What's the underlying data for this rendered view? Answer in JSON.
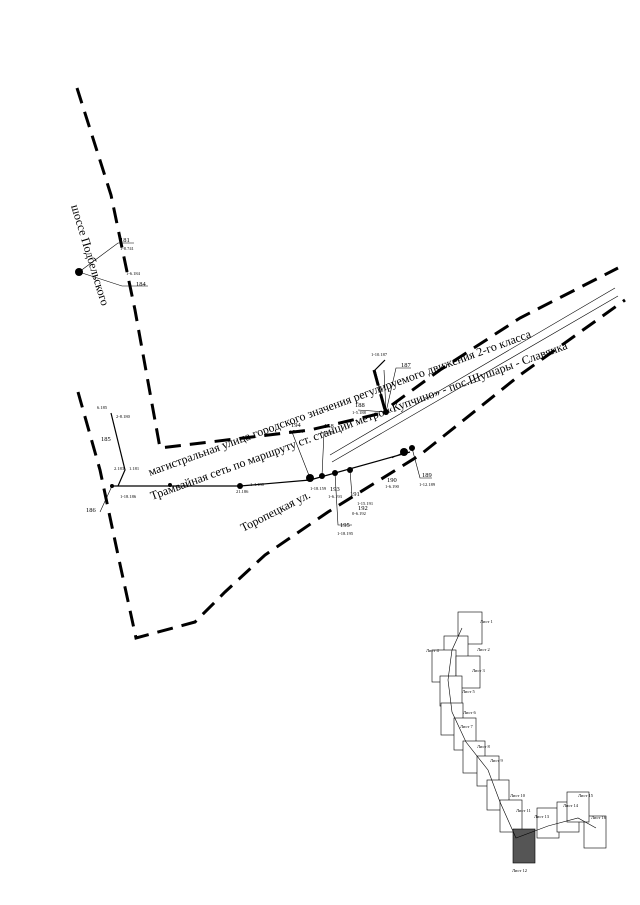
{
  "streets": {
    "highway": "шоссе Подбельского",
    "main_street": "магистральная улица городского значения регулируемого движения 2-го класса",
    "tram_network": "Трамвайная сеть по маршруту ст. станции метро «Купчино» - пос.Шушары - Славянка",
    "toropetskaya": "Торопецкая ул."
  },
  "points": [
    {
      "id": "181",
      "label": "181",
      "sub": "1-8.741"
    },
    {
      "id": "184",
      "label": "184",
      "sub": "1-6.184"
    },
    {
      "id": "185",
      "label": "185",
      "sub": "1-8.185"
    },
    {
      "id": "186",
      "label": "186",
      "sub": "1-18.186"
    },
    {
      "id": "187",
      "label": "187",
      "sub": "1-10.187"
    },
    {
      "id": "188",
      "label": "188",
      "sub": "1-5.188"
    },
    {
      "id": "189",
      "label": "189",
      "sub": "1-12.189"
    },
    {
      "id": "190",
      "label": "190",
      "sub": "1-6.190"
    },
    {
      "id": "191",
      "label": "191",
      "sub": "1-15.191"
    },
    {
      "id": "192",
      "label": "192",
      "sub": "0-6.192"
    },
    {
      "id": "193",
      "label": "193",
      "sub": "1-9.193"
    },
    {
      "id": "194",
      "label": "194",
      "sub": "1-5.194"
    },
    {
      "id": "195",
      "label": "195",
      "sub": "1-18.195"
    },
    {
      "id": "158",
      "label": "158",
      "sub": "1-5.158"
    }
  ],
  "small_labels": [
    "6.185",
    "2-8.180",
    "2.183",
    "1.181",
    "1-18.186",
    "1-4.180",
    "21.186",
    "1-18.159",
    "1-6.193"
  ],
  "index_sheets": [
    "Лист 1",
    "Лист 2",
    "Лист 3",
    "Лист 4",
    "Лист 5",
    "Лист 6",
    "Лист 7",
    "Лист 8",
    "Лист 9",
    "Лист 10",
    "Лист 11",
    "Лист 12",
    "Лист 13",
    "Лист 14",
    "Лист 15",
    "Лист 16"
  ]
}
